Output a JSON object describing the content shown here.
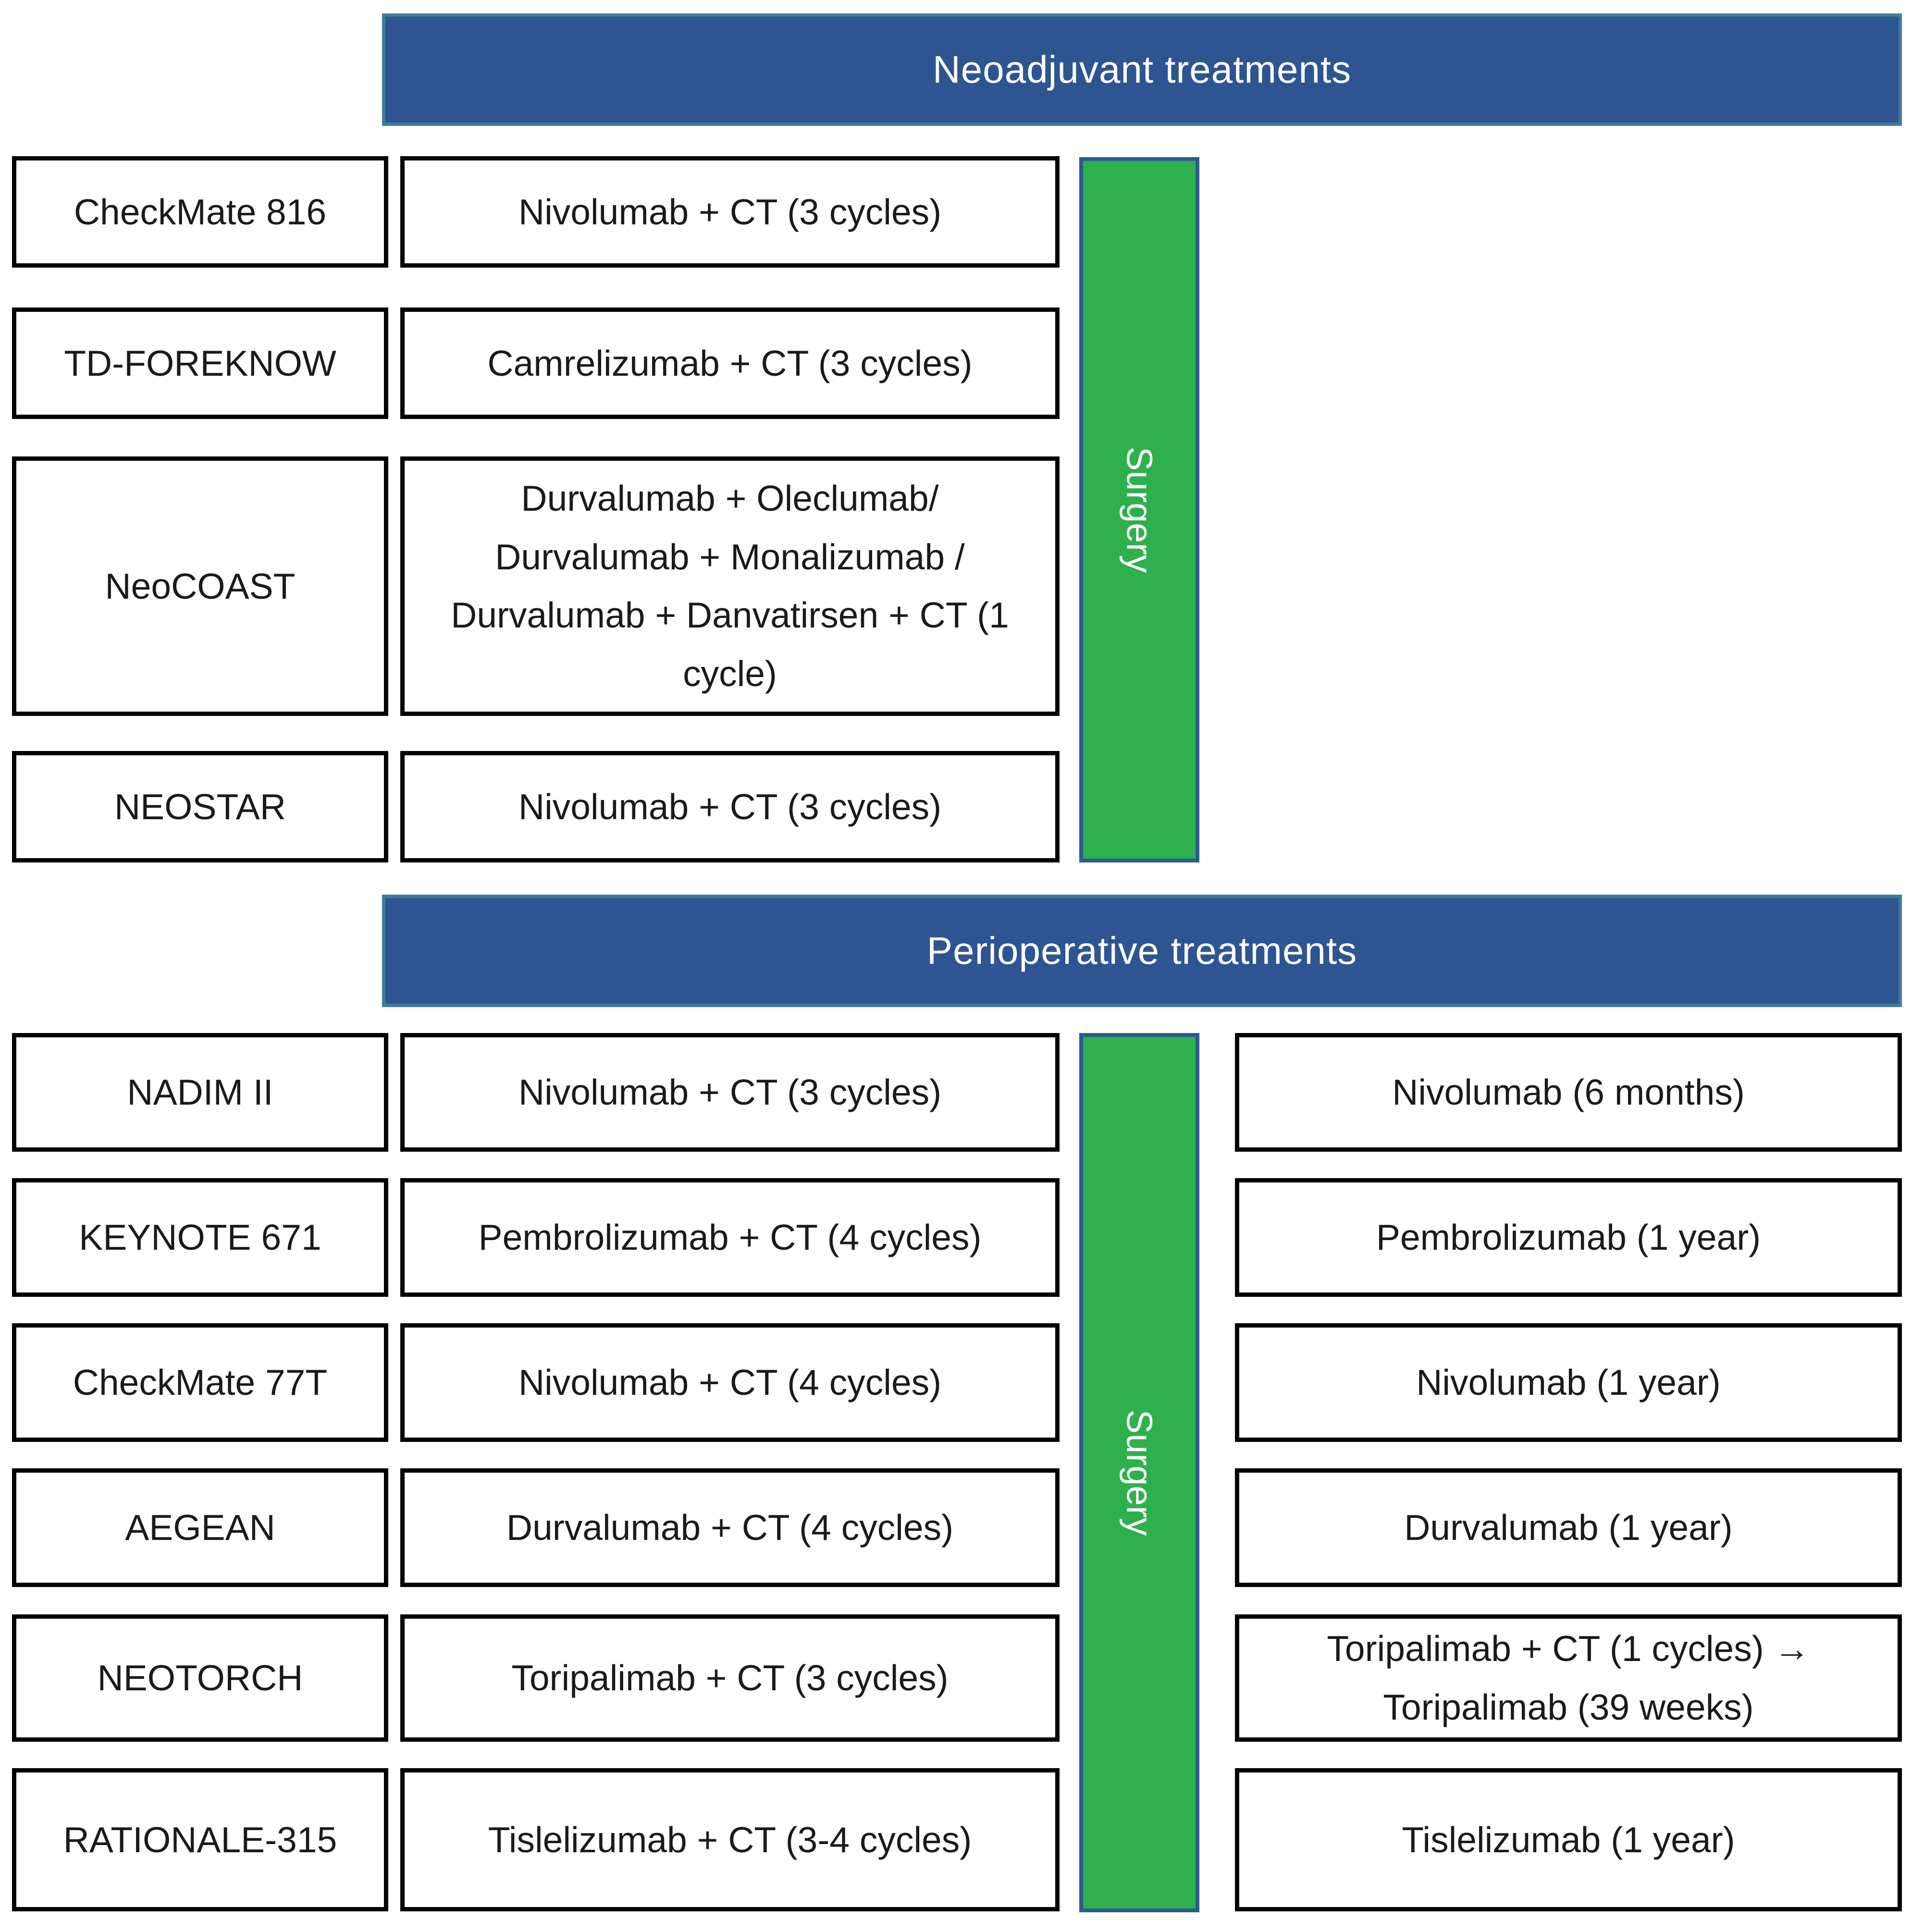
{
  "colors": {
    "header_blue": "#2E5492",
    "header_border": "#3F7D95",
    "surgery_green": "#2EB04C",
    "surgery_border": "#2C5A8F",
    "box_border": "#000000",
    "text_color": "#1A1A1A"
  },
  "sections": [
    {
      "title": "Neoadjuvant treatments",
      "surgery_label": "Surgery",
      "rows": [
        {
          "trial": "CheckMate 816",
          "treatment": "Nivolumab + CT (3 cycles)"
        },
        {
          "trial": "TD-FOREKNOW",
          "treatment": "Camrelizumab + CT (3 cycles)"
        },
        {
          "trial": "NeoCOAST",
          "treatment": "Durvalumab + Oleclumab/\nDurvalumab + Monalizumab /\nDurvalumab + Danvatirsen + CT (1\ncycle)"
        },
        {
          "trial": "NEOSTAR",
          "treatment": "Nivolumab + CT (3 cycles)"
        }
      ]
    },
    {
      "title": "Perioperative treatments",
      "surgery_label": "Surgery",
      "rows": [
        {
          "trial": "NADIM II",
          "treatment": "Nivolumab + CT (3 cycles)",
          "adjuvant": "Nivolumab (6 months)"
        },
        {
          "trial": "KEYNOTE 671",
          "treatment": "Pembrolizumab + CT (4 cycles)",
          "adjuvant": "Pembrolizumab (1 year)"
        },
        {
          "trial": "CheckMate 77T",
          "treatment": "Nivolumab + CT (4 cycles)",
          "adjuvant": "Nivolumab (1 year)"
        },
        {
          "trial": "AEGEAN",
          "treatment": "Durvalumab + CT (4 cycles)",
          "adjuvant": "Durvalumab (1 year)"
        },
        {
          "trial": "NEOTORCH",
          "treatment": "Toripalimab + CT (3 cycles)",
          "adjuvant": "Toripalimab + CT (1 cycles) →\nToripalimab (39 weeks)"
        },
        {
          "trial": "RATIONALE-315",
          "treatment": "Tislelizumab + CT (3-4 cycles)",
          "adjuvant": "Tislelizumab (1 year)"
        }
      ]
    }
  ]
}
